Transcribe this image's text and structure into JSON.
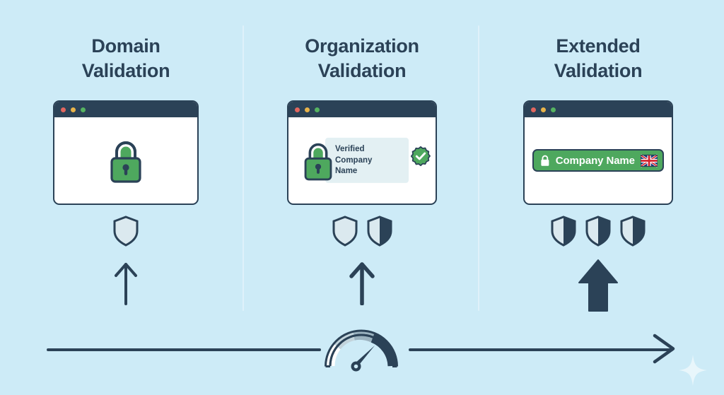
{
  "theme": {
    "background": "#cdebf7",
    "ink": "#2b4257",
    "green": "#4ea85e",
    "chip_bg": "#e3f0f3",
    "divider": "#dff1fa",
    "shield_light": "#dbe9ef",
    "shield_dark": "#2b4257"
  },
  "columns": [
    {
      "id": "domain-validation",
      "title": "Domain\nValidation",
      "browser": {
        "dots": [
          "red",
          "yellow",
          "green"
        ],
        "content_type": "padlock",
        "padlock_label": "padlock-icon"
      },
      "shields": {
        "count": 1,
        "filled": [
          false
        ]
      },
      "arrow": {
        "style": "thin",
        "label": "up-arrow-thin"
      }
    },
    {
      "id": "organization-validation",
      "title": "Organization\nValidation",
      "browser": {
        "dots": [
          "red",
          "yellow",
          "green"
        ],
        "content_type": "padlock-with-company-chip",
        "chip_text": "Verified\nCompany Name",
        "badge_label": "verified-check-badge"
      },
      "shields": {
        "count": 2,
        "filled": [
          false,
          true
        ]
      },
      "arrow": {
        "style": "medium",
        "label": "up-arrow-medium"
      }
    },
    {
      "id": "extended-validation",
      "title": "Extended\nValidation",
      "browser": {
        "dots": [
          "red",
          "yellow",
          "green"
        ],
        "content_type": "green-address-bar",
        "address_bar_text": "Company Name",
        "address_bar_lock": "white-padlock-icon",
        "flag": "uk-flag-icon"
      },
      "shields": {
        "count": 3,
        "filled": [
          true,
          true,
          true
        ]
      },
      "arrow": {
        "style": "bold",
        "label": "up-arrow-bold"
      }
    }
  ],
  "axis": {
    "gauge_label": "trust-level-gauge",
    "gauge_segments": 4,
    "needle_direction": "lower-right",
    "arrow_label": "increasing-trust-arrow",
    "direction": "left-to-right"
  },
  "decoration": {
    "sparkle_label": "sparkle-decoration"
  }
}
